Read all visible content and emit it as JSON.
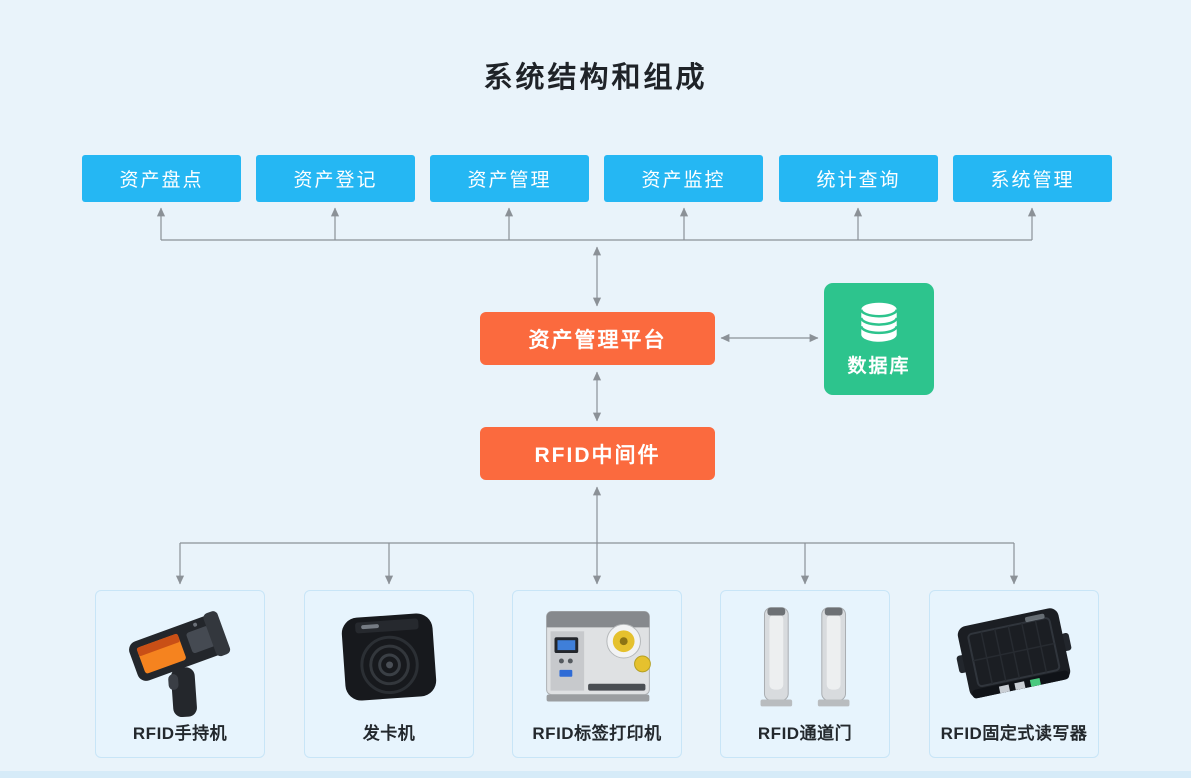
{
  "title": "系统结构和组成",
  "colors": {
    "module_blue": "#25b7f3",
    "node_orange": "#fb6a3e",
    "database_green": "#2dc48d",
    "connector_gray": "#8b9197",
    "background": "#e9f3fa"
  },
  "modules": [
    "资产盘点",
    "资产登记",
    "资产管理",
    "资产监控",
    "统计查询",
    "系统管理"
  ],
  "platform": {
    "label": "资产管理平台"
  },
  "middleware": {
    "label": "RFID中间件"
  },
  "database": {
    "label": "数据库"
  },
  "devices": [
    "RFID手持机",
    "发卡机",
    "RFID标签打印机",
    "RFID通道门",
    "RFID固定式读写器"
  ]
}
